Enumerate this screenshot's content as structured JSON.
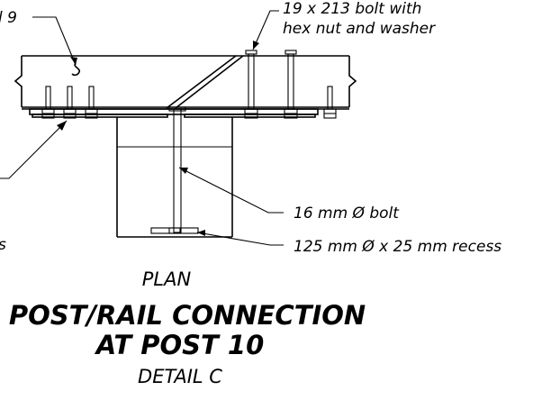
{
  "labels": {
    "rail_ref": "l 9",
    "bolt_213": [
      "19 x 213 bolt with",
      "hex nut and washer"
    ],
    "bolt_16": "16 mm Ø bolt",
    "recess": "125 mm Ø x 25 mm recess",
    "left_partial": "s"
  },
  "titles": {
    "view": "PLAN",
    "main_line1": "POST/RAIL CONNECTION",
    "main_line2": "AT POST 10",
    "detail": "DETAIL C"
  }
}
